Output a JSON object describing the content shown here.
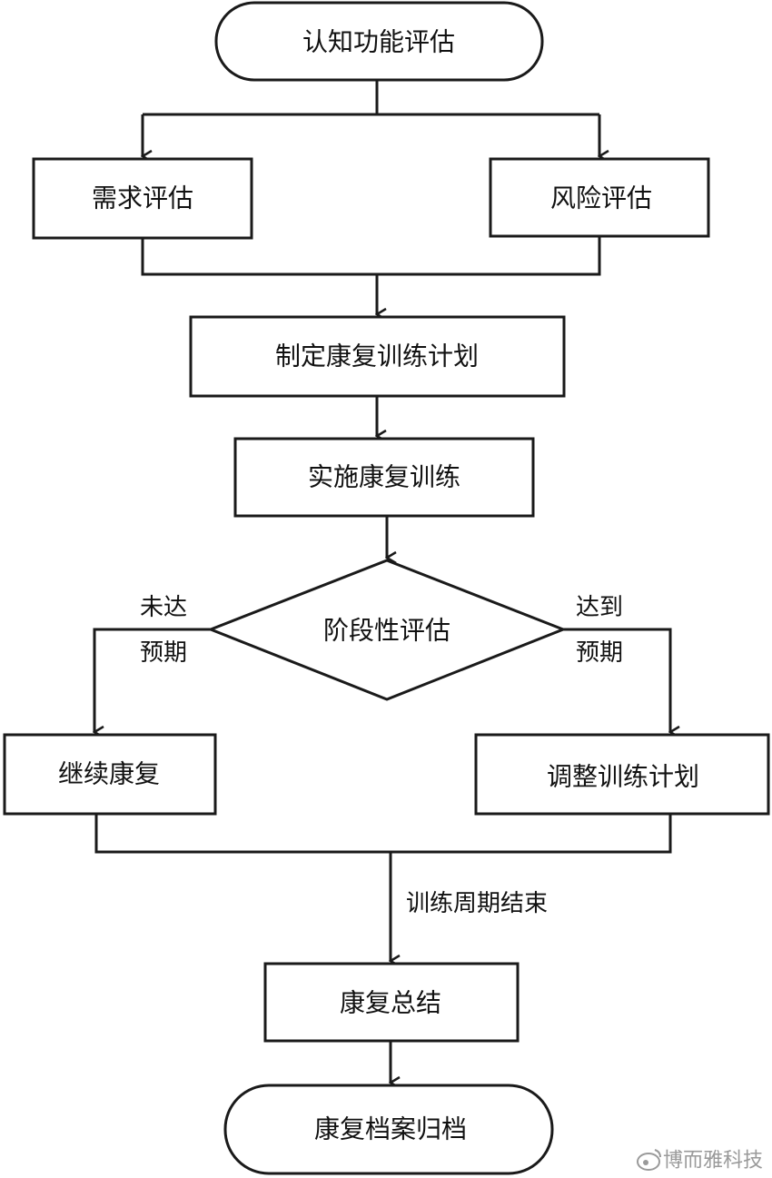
{
  "nodes": {
    "cognitive_assessment": "认知功能评估",
    "needs_assessment": "需求评估",
    "risk_assessment": "风险评估",
    "make_plan": "制定康复训练计划",
    "implement_training": "实施康复训练",
    "stage_assessment": "阶段性评估",
    "continue_rehab": "继续康复",
    "adjust_plan": "调整训练计划",
    "rehab_summary": "康复总结",
    "archive": "康复档案归档"
  },
  "edge_labels": {
    "not_reached_line1": "未达",
    "not_reached_line2": "预期",
    "reached_line1": "达到",
    "reached_line2": "预期",
    "period_end": "训练周期结束"
  },
  "watermark": {
    "text": "博而雅科技"
  }
}
